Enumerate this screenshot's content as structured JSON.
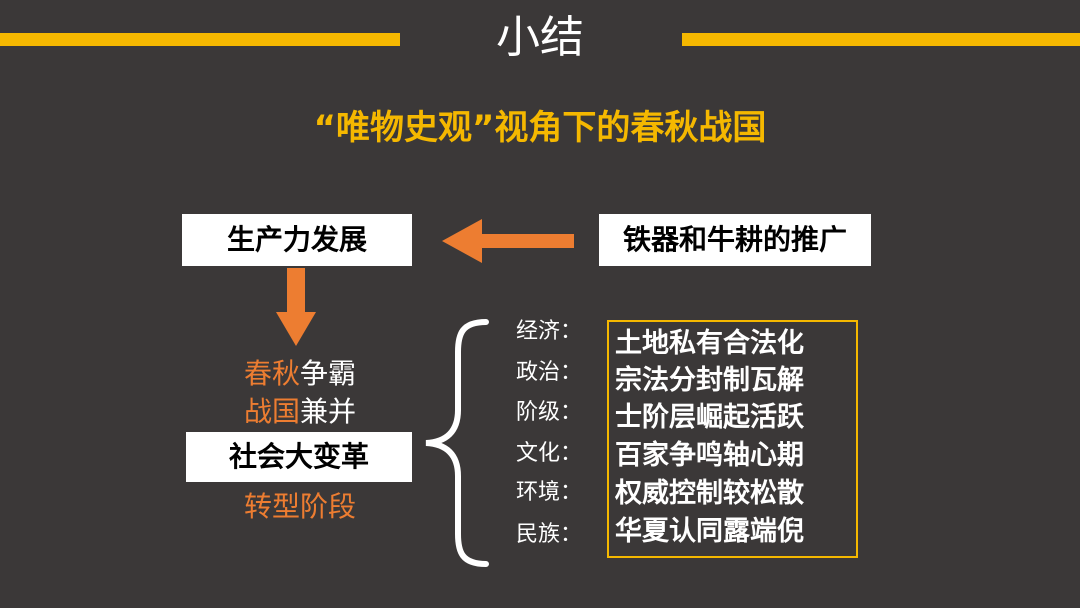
{
  "slide": {
    "title": "小结",
    "subtitle": "“唯物史观”视角下的春秋战国",
    "colors": {
      "background": "#3b3838",
      "accent_yellow": "#f5b800",
      "accent_orange": "#ed7d31",
      "text": "#ffffff"
    }
  },
  "flow": {
    "productivity": "生产力发展",
    "iron_ox": "铁器和牛耕的推广",
    "spring_autumn_colored": "春秋",
    "spring_autumn_rest": "争霸",
    "warring_states_colored": "战国",
    "warring_states_rest": "兼并",
    "social_reform": "社会大变革",
    "transition": "转型阶段"
  },
  "details": [
    {
      "category": "经济：",
      "content": "土地私有合法化"
    },
    {
      "category": "政治：",
      "content": "宗法分封制瓦解"
    },
    {
      "category": "阶级：",
      "content": "士阶层崛起活跃"
    },
    {
      "category": "文化：",
      "content": "百家争鸣轴心期"
    },
    {
      "category": "环境：",
      "content": "权威控制较松散"
    },
    {
      "category": "民族：",
      "content": "华夏认同露端倪"
    }
  ]
}
